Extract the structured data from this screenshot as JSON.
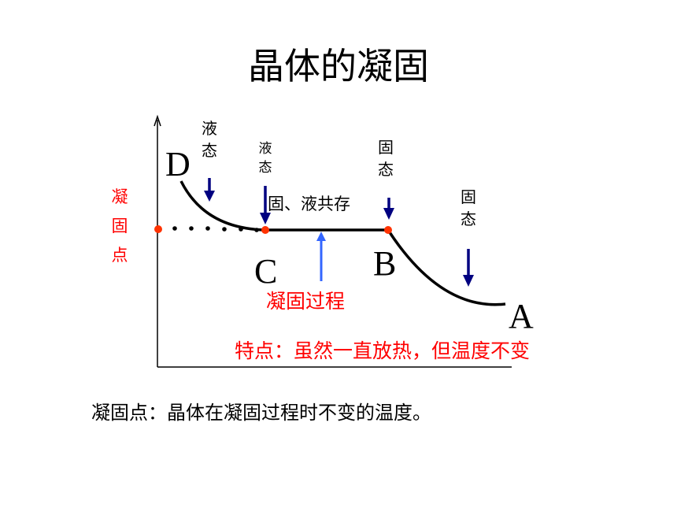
{
  "title": "晶体的凝固",
  "labels": {
    "liquid_state_1": [
      "液",
      "态"
    ],
    "liquid_state_2": [
      "液",
      "态"
    ],
    "solid_state_1": [
      "固",
      "态"
    ],
    "solid_state_2": [
      "固",
      "态"
    ],
    "freezing_point": [
      "凝",
      "固",
      "点"
    ],
    "coexist": "固、液共存",
    "process": "凝固过程",
    "feature": "特点：虽然一直放热，但温度不变"
  },
  "points": {
    "D": "D",
    "C": "C",
    "B": "B",
    "A": "A"
  },
  "definition": "凝固点：晶体在凝固过程时不变的温度。",
  "colors": {
    "text": "#000000",
    "highlight": "#ff0000",
    "state_arrow": "#000080",
    "process_arrow": "#3366ff",
    "point_marker": "#ff3300"
  }
}
